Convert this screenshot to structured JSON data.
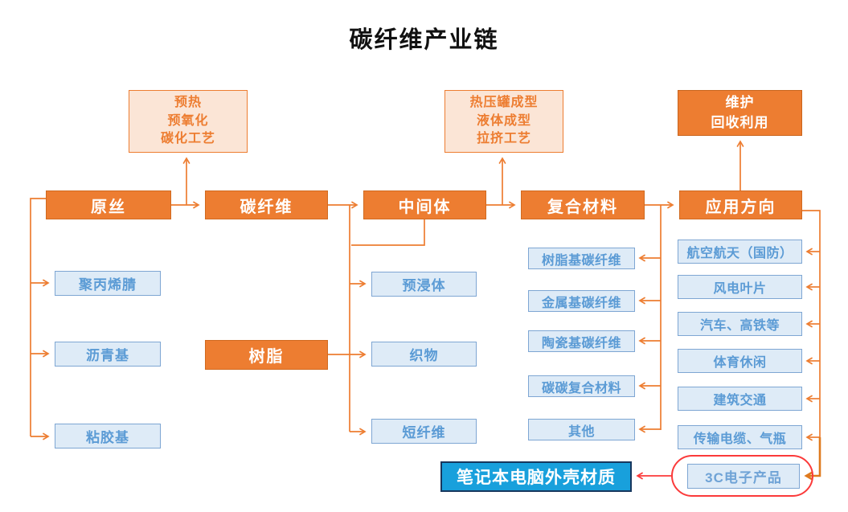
{
  "title": "碳纤维产业链",
  "process_boxes": [
    {
      "lines": [
        "预热",
        "预氧化",
        "碳化工艺"
      ]
    },
    {
      "lines": [
        "热压罐成型",
        "液体成型",
        "拉挤工艺"
      ]
    },
    {
      "lines": [
        "维护",
        "回收利用"
      ]
    }
  ],
  "chain": [
    "原丝",
    "碳纤维",
    "中间体",
    "复合材料",
    "应用方向"
  ],
  "resin_label": "树脂",
  "precursors": [
    "聚丙烯腈",
    "沥青基",
    "粘胶基"
  ],
  "intermediates": [
    "预浸体",
    "织物",
    "短纤维"
  ],
  "composites": [
    "树脂基碳纤维",
    "金属基碳纤维",
    "陶瓷基碳纤维",
    "碳碳复合材料",
    "其他"
  ],
  "applications": [
    "航空航天（国防）",
    "风电叶片",
    "汽车、高铁等",
    "体育休闲",
    "建筑交通",
    "传输电缆、气瓶",
    "3C电子产品"
  ],
  "callout_label": "笔记本电脑外壳材质",
  "colors": {
    "orange": "#ED7D31",
    "light_orange_fill": "#FBE5D6",
    "blue_fill": "#DEEBF7",
    "blue_border": "#7EA6D3",
    "blue_text": "#5B9BD5",
    "callout_blue": "#18A0DC",
    "callout_border": "#17375E",
    "highlight_red": "#FB3A3A"
  }
}
